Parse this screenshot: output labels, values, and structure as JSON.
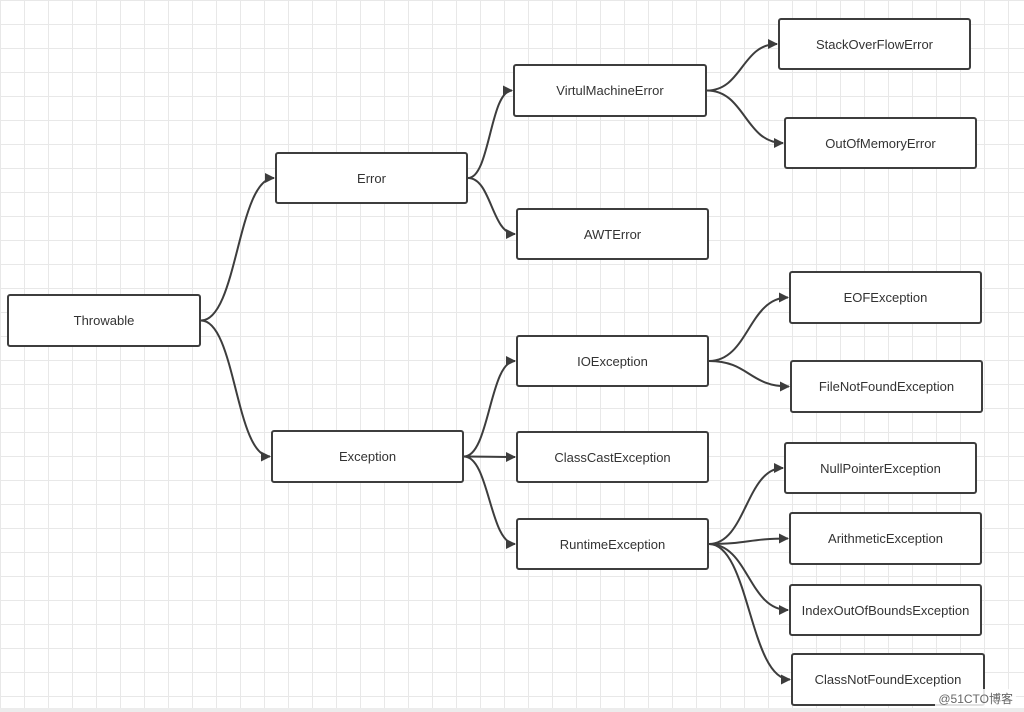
{
  "nodes": {
    "throwable": "Throwable",
    "error": "Error",
    "exception": "Exception",
    "virtual_machine_error": "VirtulMachineError",
    "awt_error": "AWTError",
    "stack_overflow_error": "StackOverFlowError",
    "out_of_memory_error": "OutOfMemoryError",
    "io_exception": "IOException",
    "class_cast_exception": "ClassCastException",
    "runtime_exception": "RuntimeException",
    "eof_exception": "EOFException",
    "file_not_found_exception": "FileNotFoundException",
    "null_pointer_exception": "NullPointerException",
    "arithmetic_exception": "ArithmeticException",
    "index_out_of_bounds_exception": "IndexOutOfBoundsException",
    "class_not_found_exception": "ClassNotFoundException"
  },
  "edges": [
    [
      "throwable",
      "error"
    ],
    [
      "throwable",
      "exception"
    ],
    [
      "error",
      "virtual_machine_error"
    ],
    [
      "error",
      "awt_error"
    ],
    [
      "virtual_machine_error",
      "stack_overflow_error"
    ],
    [
      "virtual_machine_error",
      "out_of_memory_error"
    ],
    [
      "exception",
      "io_exception"
    ],
    [
      "exception",
      "class_cast_exception"
    ],
    [
      "exception",
      "runtime_exception"
    ],
    [
      "io_exception",
      "eof_exception"
    ],
    [
      "io_exception",
      "file_not_found_exception"
    ],
    [
      "runtime_exception",
      "null_pointer_exception"
    ],
    [
      "runtime_exception",
      "arithmetic_exception"
    ],
    [
      "runtime_exception",
      "index_out_of_bounds_exception"
    ],
    [
      "runtime_exception",
      "class_not_found_exception"
    ]
  ],
  "watermark": "@51CTO博客",
  "colors": {
    "stroke": "#3d3d3d",
    "grid": "#e8e8e8",
    "text": "#333333"
  }
}
